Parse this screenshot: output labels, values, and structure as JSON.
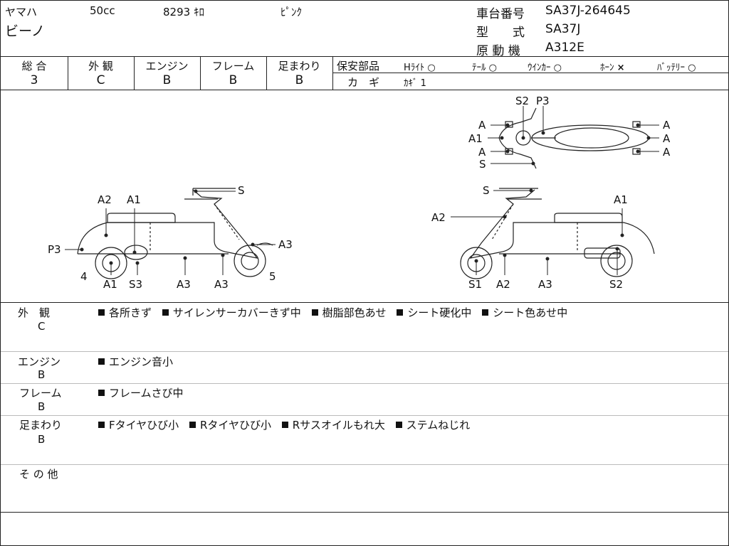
{
  "header": {
    "maker": "ヤマハ",
    "displacement": "50cc",
    "mileage": "8293 ｷﾛ",
    "color": "ﾋﾟﾝｸ",
    "model_name": "ビーノ",
    "chassis_label": "車台番号",
    "chassis_value": "SA37J-264645",
    "type_label": "型　　式",
    "type_value": "SA37J",
    "engine_label": "原 動 機",
    "engine_value": "A312E"
  },
  "grades": {
    "cols": [
      {
        "label": "総 合",
        "value": "3"
      },
      {
        "label": "外 観",
        "value": "C"
      },
      {
        "label": "エンジン",
        "value": "B"
      },
      {
        "label": "フレーム",
        "value": "B"
      },
      {
        "label": "足まわり",
        "value": "B"
      }
    ],
    "safety_label": "保安部品",
    "safety_items": [
      {
        "label": "Hﾗｲﾄ",
        "mark": "○"
      },
      {
        "label": "ﾃｰﾙ",
        "mark": "○"
      },
      {
        "label": "ｳｲﾝｶｰ",
        "mark": "○"
      },
      {
        "label": "ﾎｰﾝ",
        "mark": "×"
      },
      {
        "label": "ﾊﾞｯﾃﾘｰ",
        "mark": "○"
      }
    ],
    "key_label": "カ　ギ",
    "key_value": "ｶｷﾞ 1"
  },
  "diagram_labels": {
    "left": [
      "A2",
      "A1",
      "P3",
      "4",
      "A1",
      "S3",
      "A3",
      "A3",
      "A3",
      "5",
      "S"
    ],
    "right": [
      "S",
      "A2",
      "A1",
      "S1",
      "A2",
      "A3",
      "S2"
    ],
    "top": [
      "S2",
      "P3",
      "A",
      "A1",
      "A",
      "S",
      "A",
      "A",
      "A"
    ]
  },
  "remarks": [
    {
      "title": "外　観",
      "grade": "C",
      "items": [
        "各所きず",
        "サイレンサーカバーきず中",
        "樹脂部色あせ",
        "シート硬化中",
        "シート色あせ中"
      ]
    },
    {
      "title": "エンジン",
      "grade": "B",
      "items": [
        "エンジン音小"
      ]
    },
    {
      "title": "フレーム",
      "grade": "B",
      "items": [
        "フレームさび中"
      ]
    },
    {
      "title": "足まわり",
      "grade": "B",
      "items": [
        "Fタイヤひび小",
        "Rタイヤひび小",
        "Rサスオイルもれ大",
        "ステムねじれ"
      ]
    },
    {
      "title": "そ の 他",
      "grade": "",
      "items": []
    }
  ]
}
